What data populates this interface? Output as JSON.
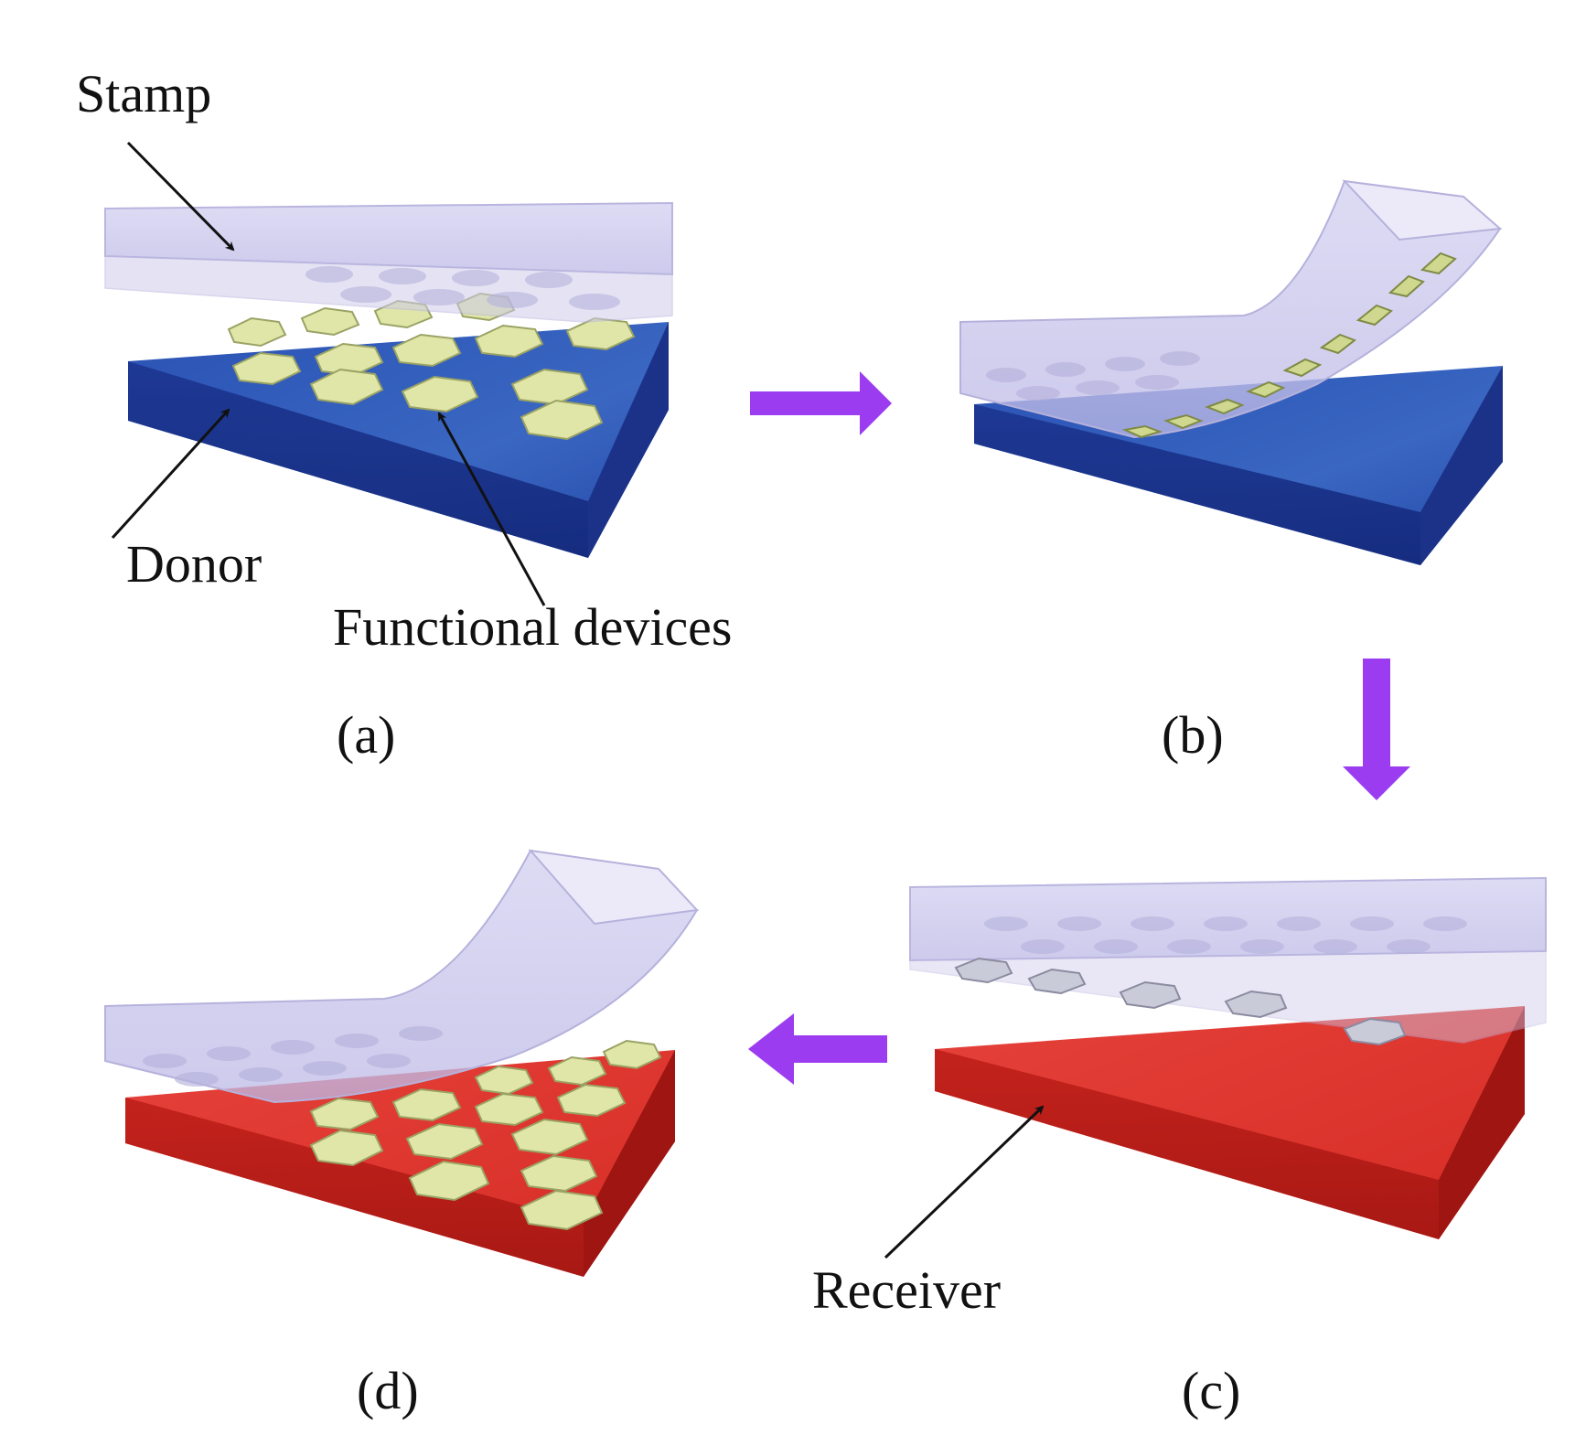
{
  "labels": {
    "stamp": "Stamp",
    "donor": "Donor",
    "functional_devices": "Functional devices",
    "receiver": "Receiver"
  },
  "panels": {
    "a": "(a)",
    "b": "(b)",
    "c": "(c)",
    "d": "(d)"
  },
  "colors": {
    "donor": "#1f3f9e",
    "receiver": "#d42a22",
    "stamp": "#c9c6ea",
    "device": "#dfe6a8",
    "process_arrow": "#9b3cf0",
    "pointer": "#111111"
  }
}
